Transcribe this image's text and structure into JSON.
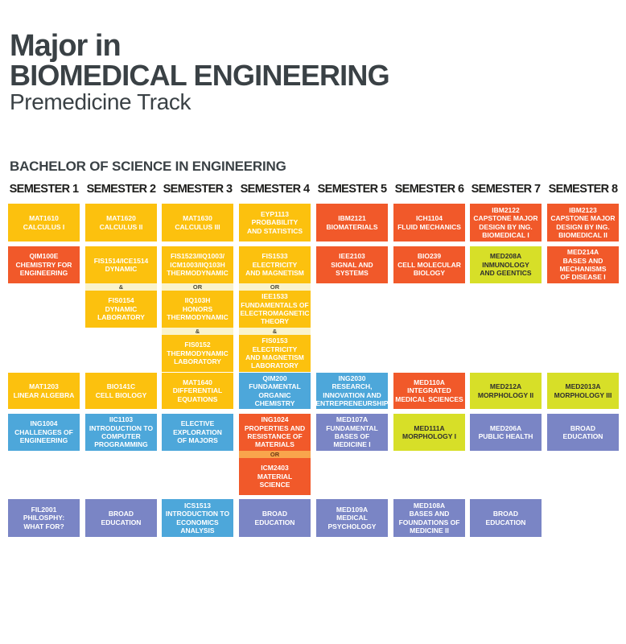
{
  "title": {
    "line1": "Major in",
    "line2": "BIOMEDICAL ENGINEERING",
    "line3": "Premedicine Track"
  },
  "section_heading": "BACHELOR OF SCIENCE IN ENGINEERING",
  "colors": {
    "yellow": "#fcc10e",
    "orange": "#f1592a",
    "blue": "#4da7da",
    "lime": "#d7df28",
    "purple": "#7a85c5",
    "join_yellow": "#faf3cc",
    "join_orange": "#f9a54c",
    "join_yellow_text": "#4b4839",
    "join_orange_text": "#6b3a15",
    "text_light": "#ffffff",
    "text_dark": "#2f2f2f",
    "title_text": "#3a4145",
    "semester_header_text": "#1d1d1b"
  },
  "semesters": [
    {
      "label": "SEMESTER 1",
      "cells": [
        {
          "row": 1,
          "segments": [
            {
              "type": "course",
              "color": "yellow",
              "text": "MAT1610\nCALCULUS I"
            }
          ]
        },
        {
          "row": 2,
          "segments": [
            {
              "type": "course",
              "color": "orange",
              "text": "QIM100E\nCHEMISTRY FOR\nENGINEERING"
            }
          ]
        },
        {
          "row": 3,
          "segments": [
            {
              "type": "course",
              "color": "yellow",
              "text": "MAT1203\nLINEAR ALGEBRA"
            }
          ]
        },
        {
          "row": 4,
          "segments": [
            {
              "type": "course",
              "color": "blue",
              "text": "ING1004\nCHALLENGES OF\nENGINEERING"
            }
          ]
        },
        {
          "row": 5,
          "segments": [
            {
              "type": "course",
              "color": "purple",
              "text": "FIL2001\nPHILOSPHY:\nWHAT FOR?"
            }
          ]
        }
      ]
    },
    {
      "label": "SEMESTER 2",
      "cells": [
        {
          "row": 1,
          "segments": [
            {
              "type": "course",
              "color": "yellow",
              "text": "MAT1620\nCALCULUS II"
            }
          ]
        },
        {
          "row": 2,
          "segments": [
            {
              "type": "course",
              "color": "yellow",
              "text": "FIS1514/ICE1514\nDYNAMIC"
            },
            {
              "type": "join",
              "color": "join_yellow",
              "text": "&"
            },
            {
              "type": "course",
              "color": "yellow",
              "text": "FIS0154\nDYNAMIC\nLABORATORY"
            }
          ]
        },
        {
          "row": 3,
          "segments": [
            {
              "type": "course",
              "color": "yellow",
              "text": "BIO141C\nCELL BIOLOGY"
            }
          ]
        },
        {
          "row": 4,
          "segments": [
            {
              "type": "course",
              "color": "blue",
              "text": "IIC1103\nINTRODUCTION TO\nCOMPUTER\nPROGRAMMING"
            }
          ]
        },
        {
          "row": 5,
          "segments": [
            {
              "type": "course",
              "color": "purple",
              "text": "BROAD\nEDUCATION"
            }
          ]
        }
      ]
    },
    {
      "label": "SEMESTER 3",
      "cells": [
        {
          "row": 1,
          "segments": [
            {
              "type": "course",
              "color": "yellow",
              "text": "MAT1630\nCALCULUS III"
            }
          ]
        },
        {
          "row": 2,
          "segments": [
            {
              "type": "course",
              "color": "yellow",
              "text": "FIS1523/IIQ1003/\nICM1003/IIQ103H\nTHERMODYNAMIC"
            },
            {
              "type": "join",
              "color": "join_yellow",
              "text": "OR"
            },
            {
              "type": "course",
              "color": "yellow",
              "text": "IIQ103H\nHONORS\nTHERMODYNAMIC"
            },
            {
              "type": "join",
              "color": "join_yellow",
              "text": "&"
            },
            {
              "type": "course",
              "color": "yellow",
              "text": "FIS0152\nTHERMODYNAMIC\nLABORATORY"
            }
          ]
        },
        {
          "row": 3,
          "segments": [
            {
              "type": "course",
              "color": "yellow",
              "text": "MAT1640\nDIFFERENTIAL\nEQUATIONS"
            }
          ]
        },
        {
          "row": 4,
          "segments": [
            {
              "type": "course",
              "color": "blue",
              "text": "ELECTIVE\nEXPLORATION\nOF MAJORS"
            }
          ]
        },
        {
          "row": 5,
          "segments": [
            {
              "type": "course",
              "color": "blue",
              "text": "ICS1513\nINTRODUCTION TO\nECONOMICS\nANALYSIS"
            }
          ]
        }
      ]
    },
    {
      "label": "SEMESTER 4",
      "cells": [
        {
          "row": 1,
          "segments": [
            {
              "type": "course",
              "color": "yellow",
              "text": "EYP1113\nPROBABILITY\nAND STATISTICS"
            }
          ]
        },
        {
          "row": 2,
          "segments": [
            {
              "type": "course",
              "color": "yellow",
              "text": "FIS1533\nELECTRICITY\nAND MAGNETISM"
            },
            {
              "type": "join",
              "color": "join_yellow",
              "text": "OR"
            },
            {
              "type": "course",
              "color": "yellow",
              "text": "IEE1533\nFUNDAMENTALS OF\nELECTROMAGNETIC\nTHEORY"
            },
            {
              "type": "join",
              "color": "join_yellow",
              "text": "&"
            },
            {
              "type": "course",
              "color": "yellow",
              "text": "FIS0153\nELECTRICITY\nAND MAGNETISM\nLABORATORY"
            }
          ]
        },
        {
          "row": 3,
          "segments": [
            {
              "type": "course",
              "color": "blue",
              "text": "QIM200\nFUNDAMENTAL\nORGANIC\nCHEMISTRY"
            }
          ]
        },
        {
          "row": 4,
          "segments": [
            {
              "type": "course",
              "color": "orange",
              "text": "ING1024\nPROPERTIES AND\nRESISTANCE OF\nMATERIALS"
            },
            {
              "type": "join",
              "color": "join_orange",
              "text": "OR"
            },
            {
              "type": "course",
              "color": "orange",
              "text": "ICM2403\nMATERIAL\nSCIENCE"
            }
          ]
        },
        {
          "row": 5,
          "segments": [
            {
              "type": "course",
              "color": "purple",
              "text": "BROAD\nEDUCATION"
            }
          ]
        }
      ]
    },
    {
      "label": "SEMESTER 5",
      "cells": [
        {
          "row": 1,
          "segments": [
            {
              "type": "course",
              "color": "orange",
              "text": "IBM2121\nBIOMATERIALS"
            }
          ]
        },
        {
          "row": 2,
          "segments": [
            {
              "type": "course",
              "color": "orange",
              "text": "IEE2103\nSIGNAL AND\nSYSTEMS"
            }
          ]
        },
        {
          "row": 3,
          "segments": [
            {
              "type": "course",
              "color": "blue",
              "text": "ING2030\nRESEARCH,\nINNOVATION AND\nENTREPRENEURSHIP"
            }
          ]
        },
        {
          "row": 4,
          "segments": [
            {
              "type": "course",
              "color": "purple",
              "text": "MED107A\nFUNDAMENTAL\nBASES OF\nMEDICINE I"
            }
          ]
        },
        {
          "row": 5,
          "segments": [
            {
              "type": "course",
              "color": "purple",
              "text": "MED109A\nMEDICAL\nPSYCHOLOGY"
            }
          ]
        }
      ]
    },
    {
      "label": "SEMESTER 6",
      "cells": [
        {
          "row": 1,
          "segments": [
            {
              "type": "course",
              "color": "orange",
              "text": "ICH1104\nFLUID MECHANICS"
            }
          ]
        },
        {
          "row": 2,
          "segments": [
            {
              "type": "course",
              "color": "orange",
              "text": "BIO239\nCELL MOLECULAR\nBIOLOGY"
            }
          ]
        },
        {
          "row": 3,
          "segments": [
            {
              "type": "course",
              "color": "orange",
              "text": "MED110A\nINTEGRATED\nMEDICAL SCIENCES"
            }
          ]
        },
        {
          "row": 4,
          "segments": [
            {
              "type": "course",
              "color": "lime",
              "text": "MED111A\nMORPHOLOGY I"
            }
          ]
        },
        {
          "row": 5,
          "segments": [
            {
              "type": "course",
              "color": "purple",
              "text": "MED108A\nBASES AND\nFOUNDATIONS OF\nMEDICINE II"
            }
          ]
        }
      ]
    },
    {
      "label": "SEMESTER 7",
      "cells": [
        {
          "row": 1,
          "segments": [
            {
              "type": "course",
              "color": "orange",
              "text": "IBM2122\nCAPSTONE MAJOR\nDESIGN BY ING.\nBIOMEDICAL I"
            }
          ]
        },
        {
          "row": 2,
          "segments": [
            {
              "type": "course",
              "color": "lime",
              "text": "MED208A\nINMUNOLOGY\nAND GEENTICS"
            }
          ]
        },
        {
          "row": 3,
          "segments": [
            {
              "type": "course",
              "color": "lime",
              "text": "MED212A\nMORPHOLOGY II"
            }
          ]
        },
        {
          "row": 4,
          "segments": [
            {
              "type": "course",
              "color": "purple",
              "text": "MED206A\nPUBLIC HEALTH"
            }
          ]
        },
        {
          "row": 5,
          "segments": [
            {
              "type": "course",
              "color": "purple",
              "text": "BROAD\nEDUCATION"
            }
          ]
        }
      ]
    },
    {
      "label": "SEMESTER 8",
      "cells": [
        {
          "row": 1,
          "segments": [
            {
              "type": "course",
              "color": "orange",
              "text": "IBM2123\nCAPSTONE MAJOR\nDESIGN BY ING.\nBIOMEDICAL II"
            }
          ]
        },
        {
          "row": 2,
          "segments": [
            {
              "type": "course",
              "color": "orange",
              "text": "MED214A\nBASES AND\nMECHANISMS\nOF DISEASE I"
            }
          ]
        },
        {
          "row": 3,
          "segments": [
            {
              "type": "course",
              "color": "lime",
              "text": "MED2013A\nMORPHOLOGY III"
            }
          ]
        },
        {
          "row": 4,
          "segments": [
            {
              "type": "course",
              "color": "purple",
              "text": "BROAD\nEDUCATION"
            }
          ]
        }
      ]
    }
  ]
}
